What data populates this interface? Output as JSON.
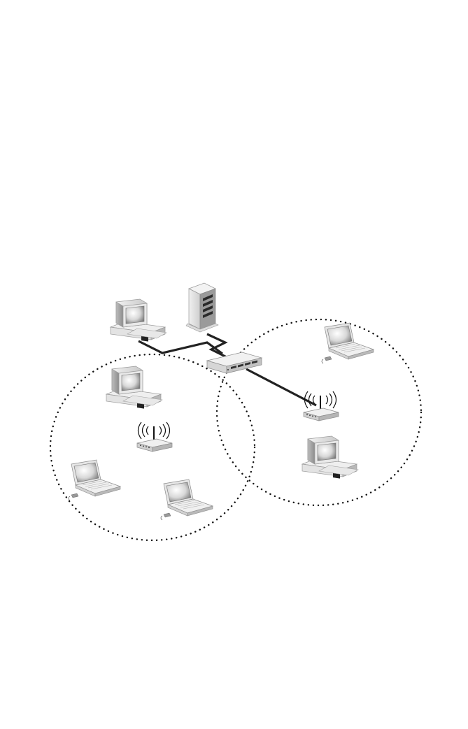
{
  "diagram": {
    "nodes": [
      {
        "id": "desktop-top",
        "icon": "desktop-computer-icon"
      },
      {
        "id": "server",
        "icon": "tower-server-icon"
      },
      {
        "id": "switch",
        "icon": "network-switch-icon"
      },
      {
        "id": "desktop-left-cell",
        "icon": "desktop-computer-icon"
      },
      {
        "id": "access-point-left",
        "icon": "wireless-access-point-icon"
      },
      {
        "id": "laptop-left-1",
        "icon": "laptop-icon"
      },
      {
        "id": "laptop-left-2",
        "icon": "laptop-icon"
      },
      {
        "id": "laptop-right-cell",
        "icon": "laptop-icon"
      },
      {
        "id": "access-point-right",
        "icon": "wireless-access-point-icon"
      },
      {
        "id": "desktop-right-cell",
        "icon": "desktop-computer-icon"
      }
    ],
    "wired_links": [
      [
        "desktop-top",
        "switch"
      ],
      [
        "server",
        "switch"
      ],
      [
        "switch",
        "access-point-right"
      ]
    ],
    "wireless_cells": [
      {
        "id": "left-coverage-area",
        "members": [
          "desktop-left-cell",
          "access-point-left",
          "laptop-left-1",
          "laptop-left-2"
        ]
      },
      {
        "id": "right-coverage-area",
        "members": [
          "laptop-right-cell",
          "access-point-right",
          "desktop-right-cell"
        ]
      }
    ]
  }
}
